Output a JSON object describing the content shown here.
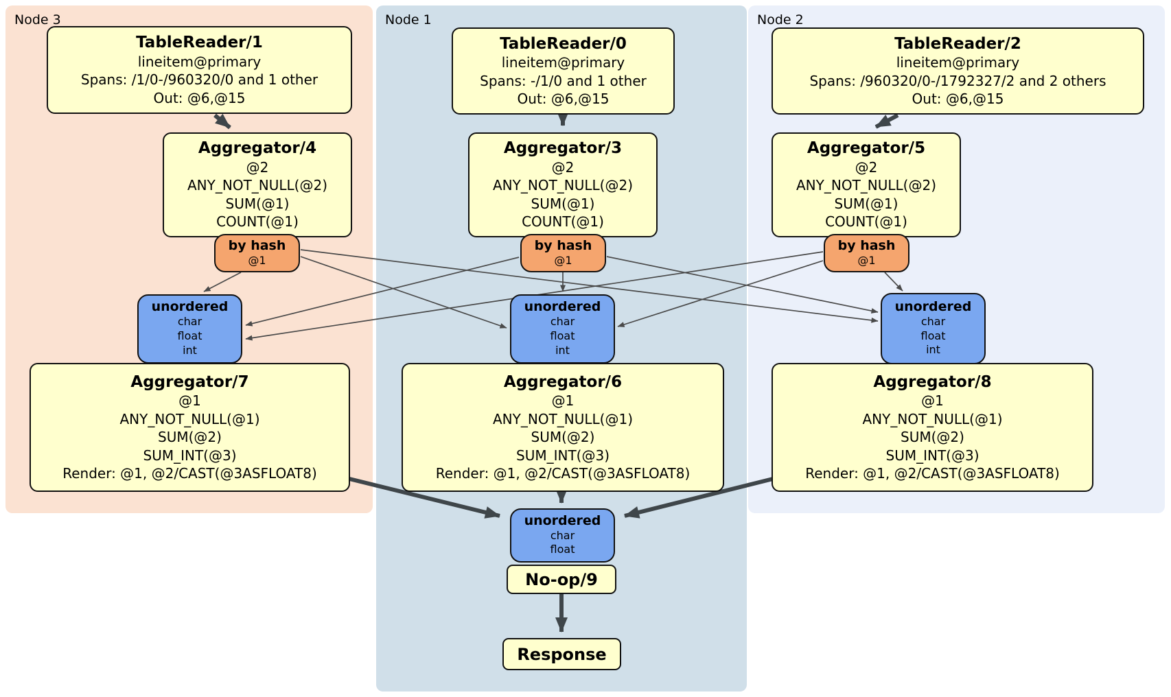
{
  "colors": {
    "node3_bg": "#FBE2D2",
    "node1_bg": "#D0DFE9",
    "node2_bg": "#EBF0FA",
    "processor_fill": "#FFFFCE",
    "router_fill": "#F5A56E",
    "sync_fill": "#7AA7F0",
    "edge_color": "#3F464A"
  },
  "nodes": [
    {
      "label": "Node 3",
      "table_reader": {
        "title": "TableReader/1",
        "lines": [
          "lineitem@primary",
          "Spans: /1/0-/960320/0 and 1 other",
          "Out: @6,@15"
        ]
      },
      "aggregator_top": {
        "title": "Aggregator/4",
        "lines": [
          "@2",
          "ANY_NOT_NULL(@2)",
          "SUM(@1)",
          "COUNT(@1)"
        ]
      },
      "router": {
        "title": "by hash",
        "key": "@1"
      },
      "sync": {
        "title": "unordered",
        "types": [
          "char",
          "float",
          "int"
        ]
      },
      "aggregator_bottom": {
        "title": "Aggregator/7",
        "lines": [
          "@1",
          "ANY_NOT_NULL(@1)",
          "SUM(@2)",
          "SUM_INT(@3)",
          "Render: @1, @2/CAST(@3ASFLOAT8)"
        ]
      }
    },
    {
      "label": "Node 1",
      "table_reader": {
        "title": "TableReader/0",
        "lines": [
          "lineitem@primary",
          "Spans: -/1/0 and 1 other",
          "Out: @6,@15"
        ]
      },
      "aggregator_top": {
        "title": "Aggregator/3",
        "lines": [
          "@2",
          "ANY_NOT_NULL(@2)",
          "SUM(@1)",
          "COUNT(@1)"
        ]
      },
      "router": {
        "title": "by hash",
        "key": "@1"
      },
      "sync": {
        "title": "unordered",
        "types": [
          "char",
          "float",
          "int"
        ]
      },
      "aggregator_bottom": {
        "title": "Aggregator/6",
        "lines": [
          "@1",
          "ANY_NOT_NULL(@1)",
          "SUM(@2)",
          "SUM_INT(@3)",
          "Render: @1, @2/CAST(@3ASFLOAT8)"
        ]
      }
    },
    {
      "label": "Node 2",
      "table_reader": {
        "title": "TableReader/2",
        "lines": [
          "lineitem@primary",
          "Spans: /960320/0-/1792327/2 and 2 others",
          "Out: @6,@15"
        ]
      },
      "aggregator_top": {
        "title": "Aggregator/5",
        "lines": [
          "@2",
          "ANY_NOT_NULL(@2)",
          "SUM(@1)",
          "COUNT(@1)"
        ]
      },
      "router": {
        "title": "by hash",
        "key": "@1"
      },
      "sync": {
        "title": "unordered",
        "types": [
          "char",
          "float",
          "int"
        ]
      },
      "aggregator_bottom": {
        "title": "Aggregator/8",
        "lines": [
          "@1",
          "ANY_NOT_NULL(@1)",
          "SUM(@2)",
          "SUM_INT(@3)",
          "Render: @1, @2/CAST(@3ASFLOAT8)"
        ]
      }
    }
  ],
  "final_stage": {
    "sync": {
      "title": "unordered",
      "types": [
        "char",
        "float"
      ]
    },
    "noop_label": "No-op/9",
    "response_label": "Response"
  }
}
